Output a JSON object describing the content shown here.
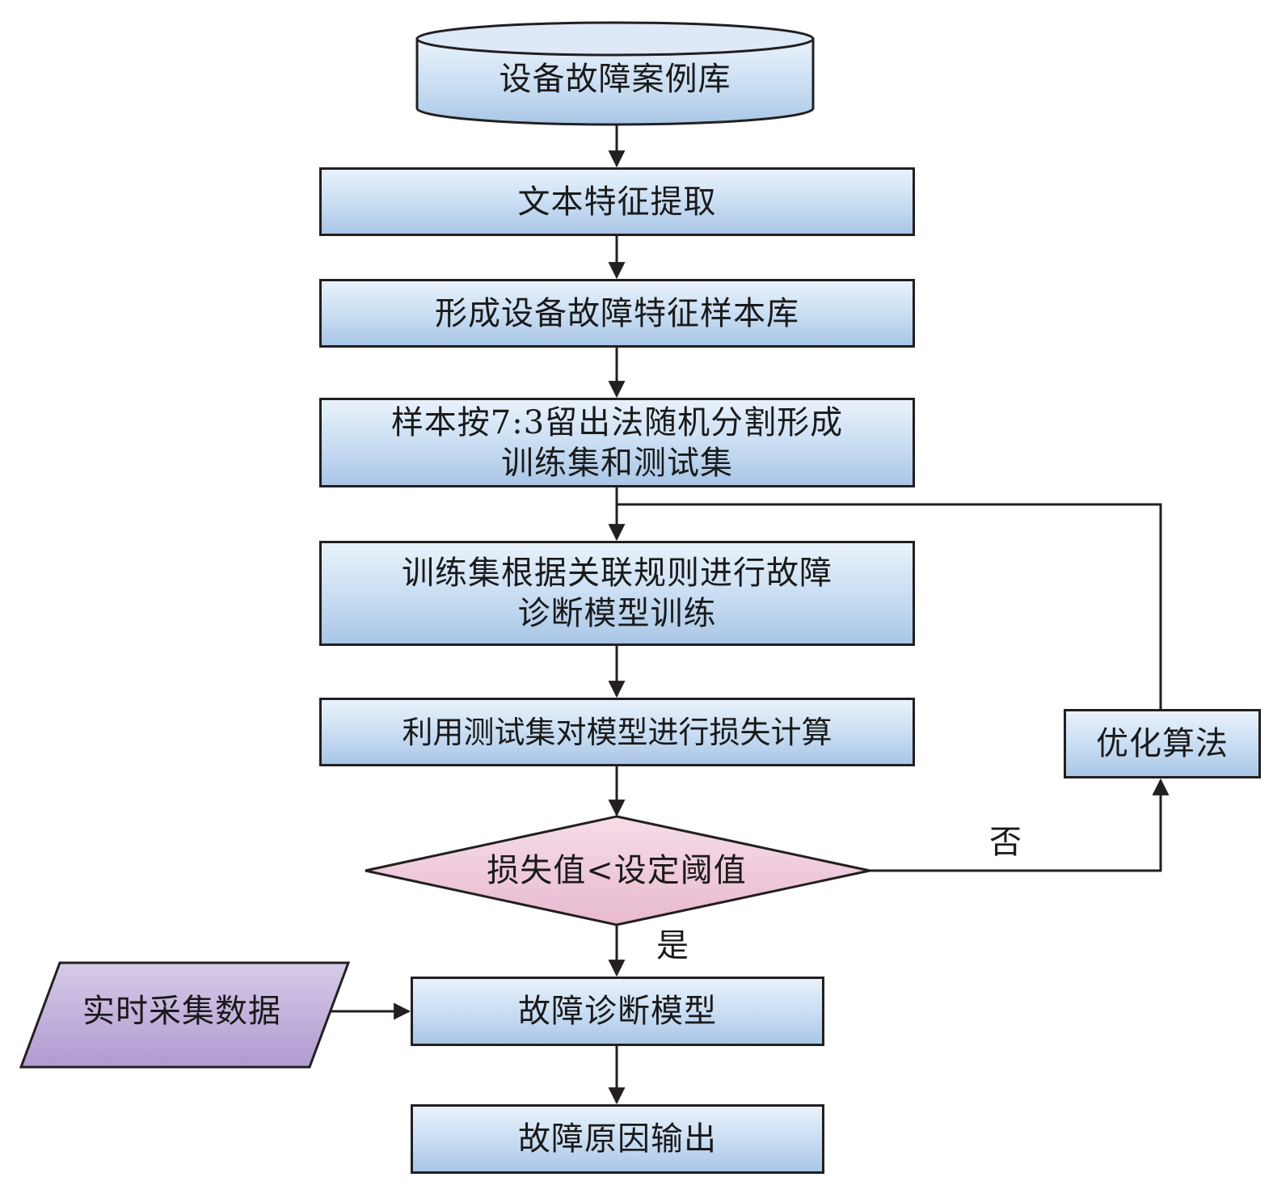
{
  "nodes": {
    "case_db": "设备故障案例库",
    "text_feature": "文本特征提取",
    "feature_lib": "形成设备故障特征样本库",
    "split": [
      "样本按7:3留出法随机分割形成",
      "训练集和测试集"
    ],
    "train": [
      "训练集根据关联规则进行故障",
      "诊断模型训练"
    ],
    "loss": "利用测试集对模型进行损失计算",
    "decision": "损失值<设定阈值",
    "optimize": "优化算法",
    "realtime": "实时采集数据",
    "model": "故障诊断模型",
    "output": "故障原因输出"
  },
  "edge_labels": {
    "no": "否",
    "yes": "是"
  },
  "colors": {
    "box_fill": "#c7dcf2",
    "decision_fill": "#eec9da",
    "io_fill": "#c2b0db",
    "stroke": "#231f20"
  }
}
